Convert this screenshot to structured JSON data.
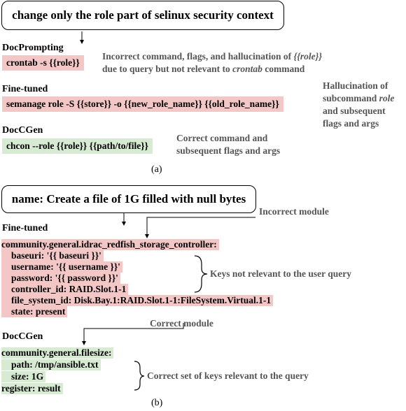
{
  "a": {
    "query": "change only the role part of selinux security context",
    "docprompting": {
      "title": "DocPrompting",
      "code": "crontab -s {{role}}",
      "note_prefix": "Incorrect command, flags, and hallucination of ",
      "note_em": "{{role}}",
      "note_mid": "due to query but not relevant to ",
      "note_em2": "crontab",
      "note_suffix": " command"
    },
    "finetuned": {
      "title": "Fine-tuned",
      "code": "semanage role -S {{store}} -o {{new_role_name}} {{old_role_name}}",
      "note_l1": "Hallucination of",
      "note_l2_prefix": "subcommand ",
      "note_l2_em": "role",
      "note_l3": "and subsequent",
      "note_l4": "flags and args"
    },
    "doccgen": {
      "title": "DocCGen",
      "code": "chcon --role {{role}} {{path/to/file}}",
      "note_l1": "Correct command and",
      "note_l2": "subsequent flags and args"
    },
    "caption": "(a)"
  },
  "b": {
    "query": "name: Create a file of 1G filled with null bytes",
    "incorrect_module_note": "Incorrect module",
    "finetuned": {
      "title": "Fine-tuned",
      "lines": [
        "community.general.idrac_redfish_storage_controller:",
        "baseuri: '{{ baseuri }}'",
        "username: '{{ username }}'",
        "password: '{{ password }}'",
        "controller_id: RAID.Slot.1-1",
        "file_system_id: Disk.Bay.1:RAID.Slot.1-1:FileSystem.Virtual.1-1",
        "state: present"
      ],
      "keys_note": "Keys not relevant to the user query"
    },
    "correct_module_note": "Correct module",
    "doccgen": {
      "title": "DocCGen",
      "lines": [
        "community.general.filesize:",
        "path: /tmp/ansible.txt",
        "size: 1G",
        "register: result"
      ],
      "keys_note": "Correct set of keys relevant to the query"
    },
    "caption": "(b)"
  }
}
